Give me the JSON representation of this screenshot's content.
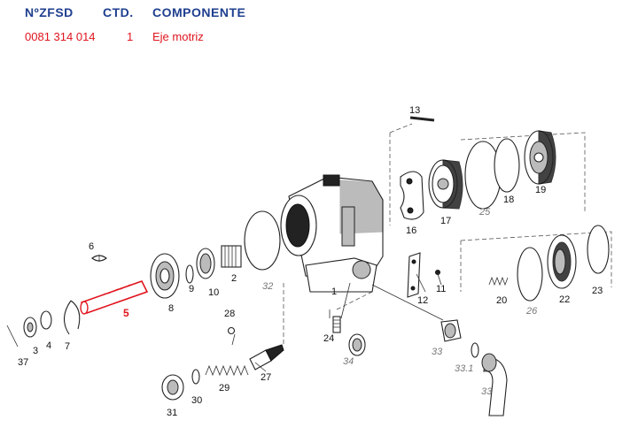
{
  "header": {
    "col_code": "NºZFSD",
    "col_qty": "CTD.",
    "col_component": "COMPONENTE"
  },
  "selected_row": {
    "code": "0081 314 014",
    "qty": "1",
    "component": "Eje motriz"
  },
  "colors": {
    "header": "#1f3f8f",
    "highlight": "#e0141e"
  },
  "callouts": {
    "n1": "1",
    "n2": "2",
    "n3": "3",
    "n4": "4",
    "n5": "5",
    "n6": "6",
    "n7": "7",
    "n8": "8",
    "n9": "9",
    "n10": "10",
    "n11": "11",
    "n12": "12",
    "n13": "13",
    "n16": "16",
    "n17": "17",
    "n18": "18",
    "n19": "19",
    "n20": "20",
    "n22": "22",
    "n23": "23",
    "n24": "24",
    "n25": "25",
    "n26": "26",
    "n27": "27",
    "n28": "28",
    "n29": "29",
    "n30": "30",
    "n31": "31",
    "n32": "32",
    "n33a": "33",
    "n33b": "33",
    "n33c": "33.1",
    "n34": "34",
    "n37": "37"
  },
  "highlighted_part": "5"
}
